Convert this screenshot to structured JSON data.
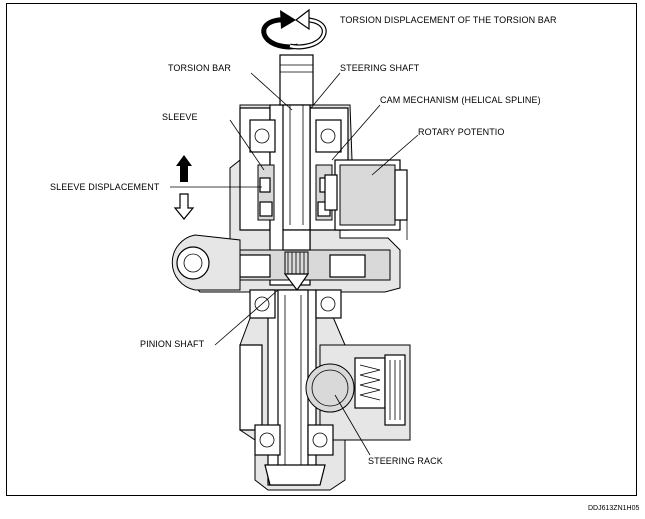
{
  "labels": {
    "torsion_displacement": "TORSION DISPLACEMENT OF THE TORSION BAR",
    "torsion_bar": "TORSION BAR",
    "steering_shaft": "STEERING SHAFT",
    "cam_mechanism": "CAM MECHANISM (HELICAL SPLINE)",
    "sleeve": "SLEEVE",
    "rotary_potentio": "ROTARY POTENTIO",
    "sleeve_displacement": "SLEEVE DISPLACEMENT",
    "pinion_shaft": "PINION SHAFT",
    "steering_rack": "STEERING RACK"
  },
  "figure_code": "DDJ613ZN1H05"
}
